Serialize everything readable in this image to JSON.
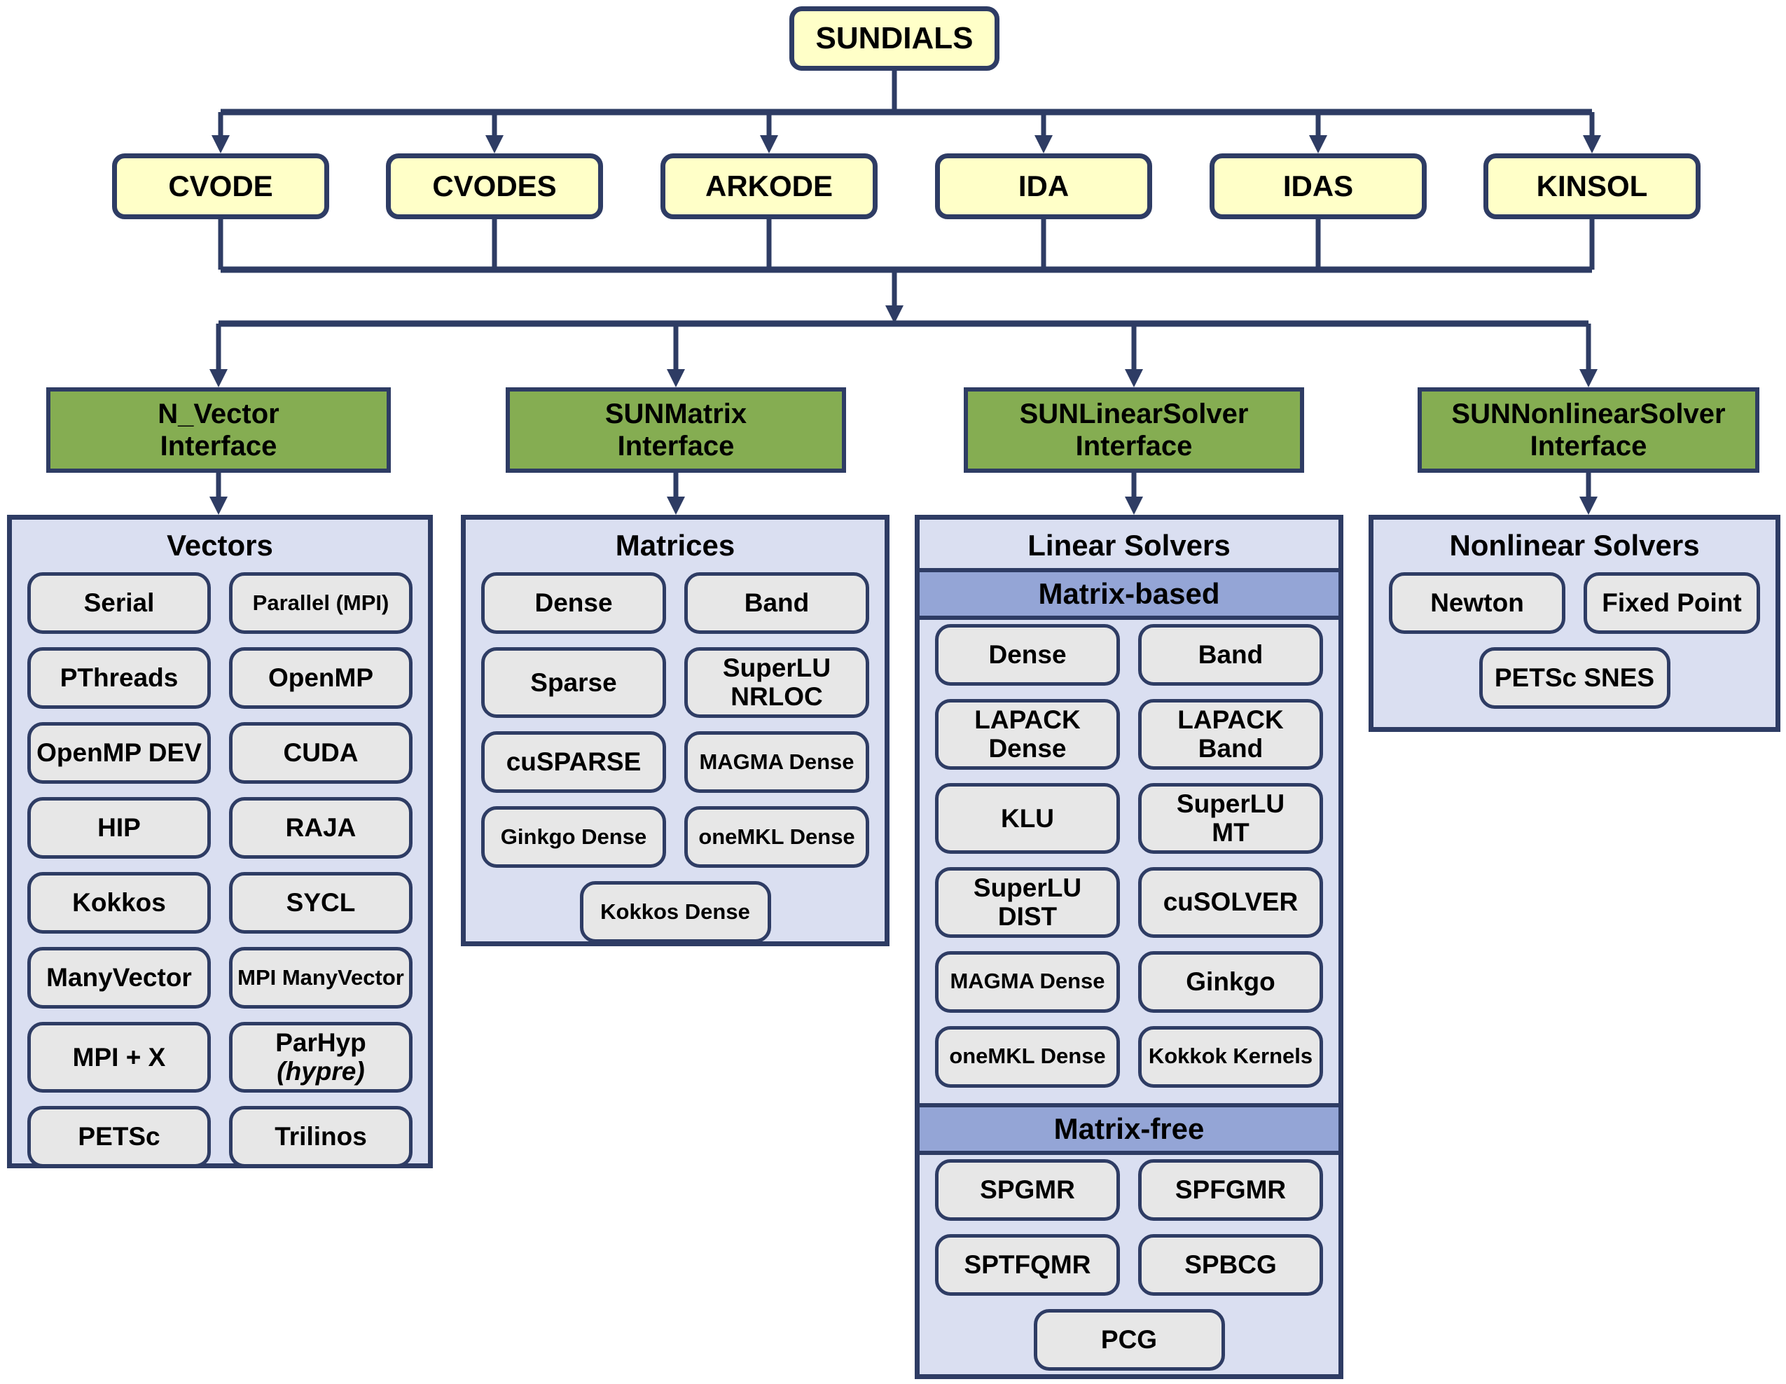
{
  "colors": {
    "outline_navy": "#2E3C64",
    "solver_yellow": "#FFFFC8",
    "interface_green": "#85AD52",
    "panel_lavender": "#DADFF1",
    "item_gray": "#E7E7E7",
    "section_bar_blue": "#94A5D6"
  },
  "root": {
    "label": "SUNDIALS"
  },
  "solvers": [
    "CVODE",
    "CVODES",
    "ARKODE",
    "IDA",
    "IDAS",
    "KINSOL"
  ],
  "interfaces": [
    {
      "line1": "N_Vector",
      "line2": "Interface"
    },
    {
      "line1": "SUNMatrix",
      "line2": "Interface"
    },
    {
      "line1": "SUNLinearSolver",
      "line2": "Interface"
    },
    {
      "line1": "SUNNonlinearSolver",
      "line2": "Interface"
    }
  ],
  "panels": {
    "vectors": {
      "title": "Vectors",
      "items": [
        "Serial",
        "Parallel (MPI)",
        "PThreads",
        "OpenMP",
        "OpenMP DEV",
        "CUDA",
        "HIP",
        "RAJA",
        "Kokkos",
        "SYCL",
        "ManyVector",
        "MPI ManyVector",
        "MPI + X"
      ],
      "parhyp": {
        "line1": "ParHyp",
        "line2": "(hypre)"
      },
      "last_items": [
        "PETSc",
        "Trilinos"
      ]
    },
    "matrices": {
      "title": "Matrices",
      "items": [
        "Dense",
        "Band",
        "Sparse",
        "SuperLU\nNRLOC",
        "cuSPARSE",
        "MAGMA Dense",
        "Ginkgo Dense",
        "oneMKL Dense"
      ],
      "footer": "Kokkos Dense"
    },
    "linear": {
      "title": "Linear Solvers",
      "matrix_based": {
        "header": "Matrix-based",
        "items": [
          "Dense",
          "Band",
          "LAPACK\nDense",
          "LAPACK\nBand",
          "KLU",
          "SuperLU\nMT",
          "SuperLU\nDIST",
          "cuSOLVER",
          "MAGMA Dense",
          "Ginkgo",
          "oneMKL Dense",
          "Kokkok Kernels"
        ]
      },
      "matrix_free": {
        "header": "Matrix-free",
        "items": [
          "SPGMR",
          "SPFGMR",
          "SPTFQMR",
          "SPBCG"
        ],
        "footer": "PCG"
      }
    },
    "nonlinear": {
      "title": "Nonlinear Solvers",
      "items": [
        "Newton",
        "Fixed Point"
      ],
      "footer": "PETSc SNES"
    }
  }
}
